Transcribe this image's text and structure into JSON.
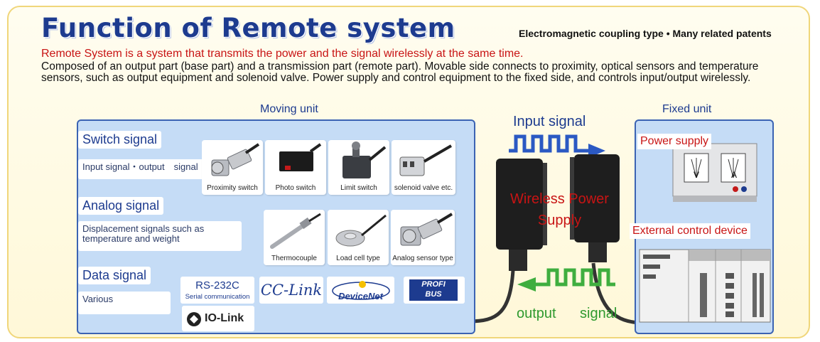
{
  "header": {
    "title": "Function of Remote system",
    "subtitle": "Electromagnetic coupling type • Many related patents",
    "lead": "Remote System is a system that transmits the power and the signal wirelessly at the same time.",
    "description": "Composed of an output part (base part) and a transmission part (remote part). Movable side connects to proximity, optical sensors and temperature sensors, such as output equipment and solenoid valve.  Power supply and control equipment to the fixed side, and controls input/output wirelessly."
  },
  "moving_unit": {
    "label": "Moving unit",
    "switch_signal": {
      "title": "Switch signal",
      "text": "Input signal・output　signal",
      "items": [
        "Proximity switch",
        "Photo switch",
        "Limit switch",
        "solenoid valve etc."
      ]
    },
    "analog_signal": {
      "title": "Analog signal",
      "text": "Displacement signals such as temperature and weight",
      "items": [
        "Thermocouple",
        "Load cell type",
        "Analog sensor type"
      ]
    },
    "data_signal": {
      "title": "Data signal",
      "text": "Various",
      "logos": {
        "rs232": "RS-232C",
        "rs232_sub": "Serial communication",
        "cclink": "CC-Link",
        "devicenet": "DeviceNet",
        "profibus_top": "PROFI",
        "profibus_bottom": "BUS",
        "iolink": "IO-Link"
      }
    }
  },
  "coupler": {
    "input_signal": "Input signal",
    "wireless_line1": "Wireless Power",
    "wireless_line2": "Supply",
    "output_word": "output",
    "signal_word": "signal"
  },
  "fixed_unit": {
    "label": "Fixed unit",
    "power_supply": "Power supply",
    "meter_v": "V",
    "meter_a": "A",
    "external_control": "External control device"
  },
  "colors": {
    "title_blue": "#1d3b8f",
    "accent_red": "#c81414",
    "panel_blue": "#c5dcf6",
    "input_arrow_blue": "#2b59c3",
    "output_arrow_green": "#3fae3f"
  }
}
